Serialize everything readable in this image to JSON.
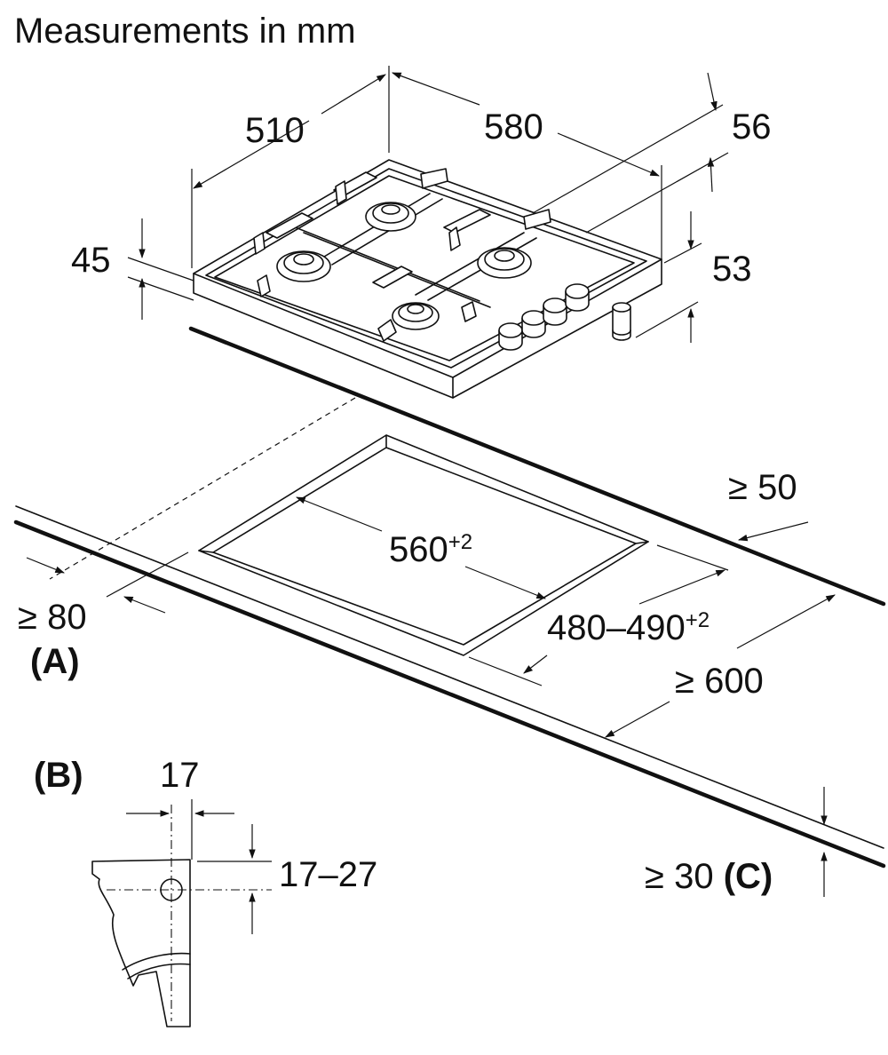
{
  "title": "Measurements in mm",
  "hob": {
    "depth": "510",
    "width": "580",
    "height_total": "56",
    "thickness_front": "45",
    "height_knob": "53"
  },
  "cutout": {
    "width": "560",
    "width_tolerance": "+2",
    "depth": "480–490",
    "depth_tolerance": "+2",
    "clearance_back": "≥ 50",
    "clearance_front": "≥ 80",
    "worktop_depth": "≥ 600",
    "worktop_thickness": "≥ 30",
    "worktop_thickness_ref": "(C)",
    "ref_a": "(A)"
  },
  "detail_b": {
    "ref": "(B)",
    "width": "17",
    "height": "17–27"
  }
}
